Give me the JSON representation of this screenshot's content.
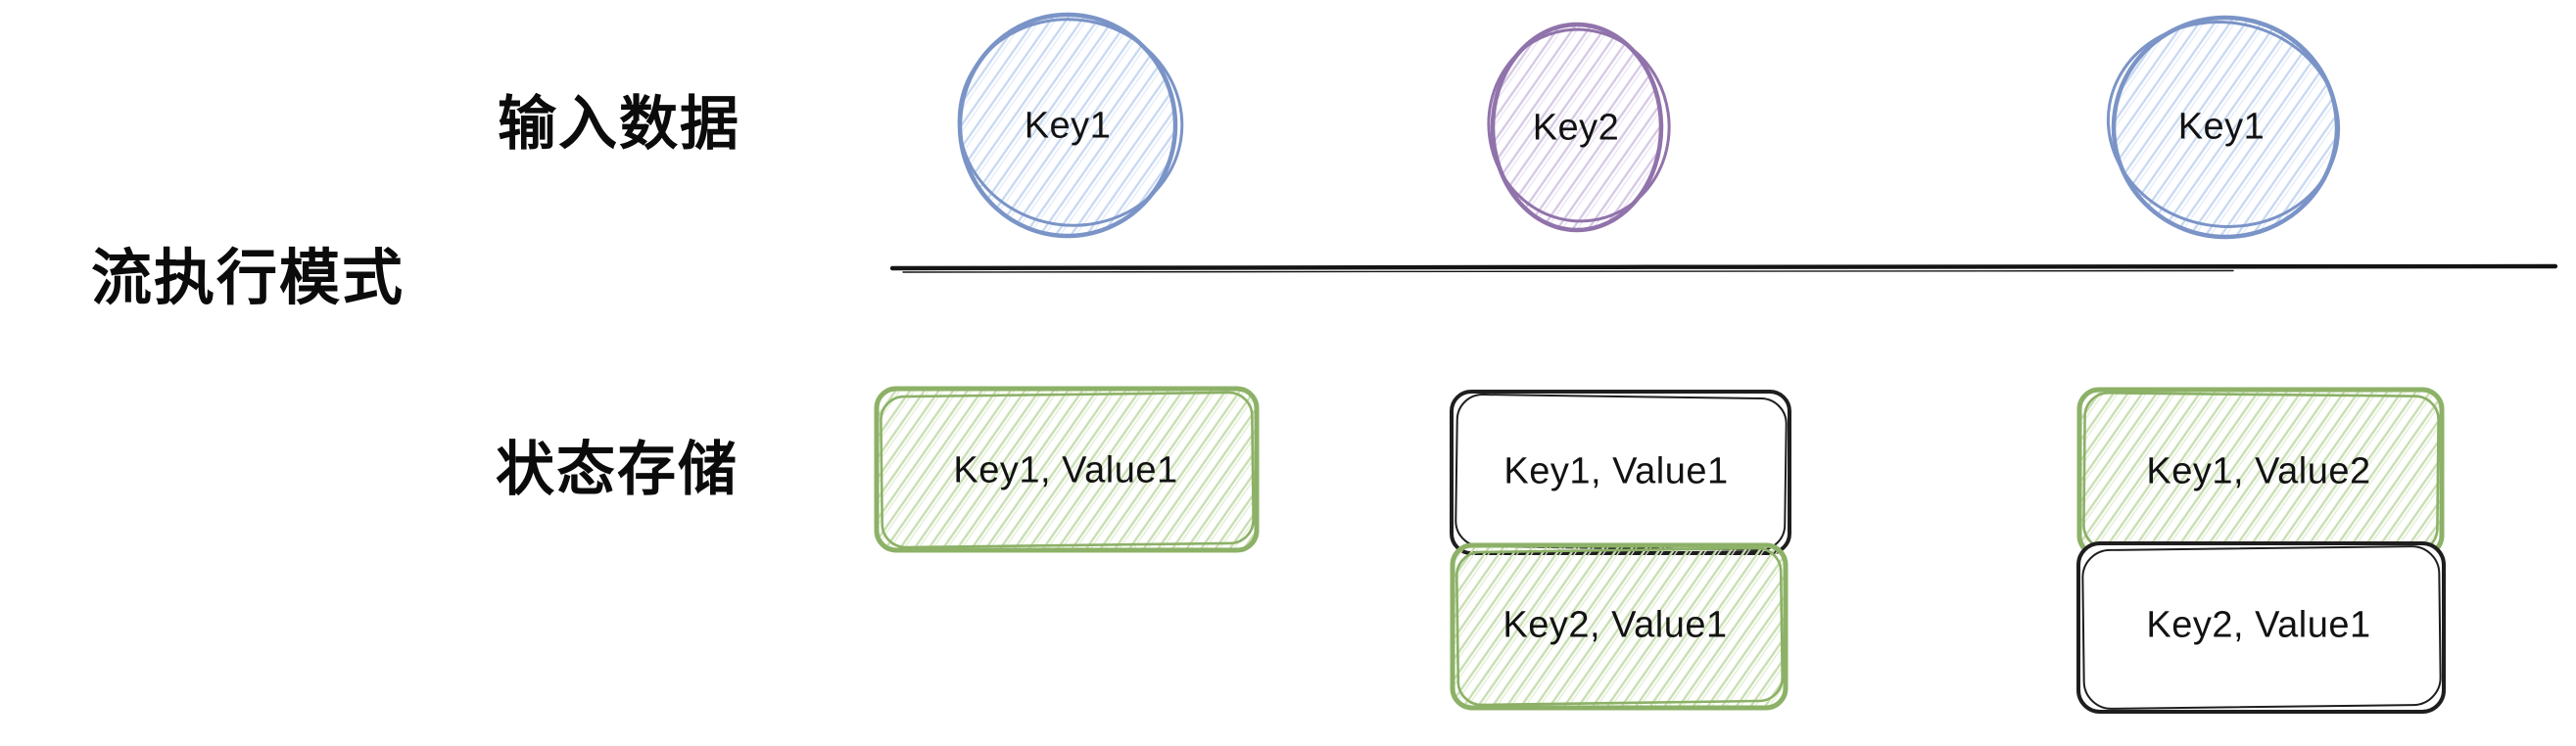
{
  "diagram": {
    "row_labels": {
      "input_data": "输入数据",
      "execution_mode": "流执行模式",
      "state_storage": "状态存储"
    },
    "input_events": [
      {
        "label": "Key1",
        "color": "blue"
      },
      {
        "label": "Key2",
        "color": "purple"
      },
      {
        "label": "Key1",
        "color": "blue"
      }
    ],
    "state_columns": [
      {
        "boxes": [
          {
            "label": "Key1, Value1",
            "style": "green-hatched"
          }
        ]
      },
      {
        "boxes": [
          {
            "label": "Key1, Value1",
            "style": "plain-outline"
          },
          {
            "label": "Key2, Value1",
            "style": "green-hatched"
          }
        ]
      },
      {
        "boxes": [
          {
            "label": "Key1, Value2",
            "style": "green-hatched"
          },
          {
            "label": "Key2, Value1",
            "style": "plain-outline"
          }
        ]
      }
    ],
    "colors": {
      "blue_stroke": "#7b94c7",
      "blue_hatch": "#c7d8f1",
      "purple_stroke": "#9173ab",
      "purple_hatch": "#d5c8e4",
      "green_stroke": "#8cb167",
      "green_hatch": "#c9deb2",
      "divider": "#141414",
      "text": "#121212"
    }
  }
}
